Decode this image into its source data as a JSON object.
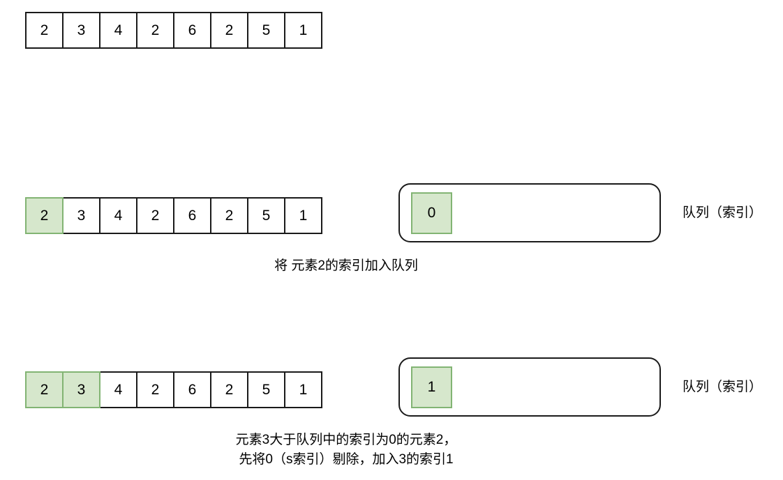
{
  "diagram": {
    "title": "monotonic-queue-sliding-window-illustration",
    "colors": {
      "highlight_fill": "#d6e7cc",
      "highlight_border": "#82b473",
      "cell_border": "#1a1a1a",
      "background": "#ffffff",
      "text": "#000000"
    }
  },
  "rows": [
    {
      "id": "initial",
      "values": [
        "2",
        "3",
        "4",
        "2",
        "6",
        "2",
        "5",
        "1"
      ],
      "highlighted": [
        false,
        false,
        false,
        false,
        false,
        false,
        false,
        false
      ]
    },
    {
      "id": "step1",
      "values": [
        "2",
        "3",
        "4",
        "2",
        "6",
        "2",
        "5",
        "1"
      ],
      "highlighted": [
        true,
        false,
        false,
        false,
        false,
        false,
        false,
        false
      ]
    },
    {
      "id": "step2",
      "values": [
        "2",
        "3",
        "4",
        "2",
        "6",
        "2",
        "5",
        "1"
      ],
      "highlighted": [
        true,
        true,
        false,
        false,
        false,
        false,
        false,
        false
      ]
    }
  ],
  "queues": [
    {
      "id": "step1",
      "items": [
        "0"
      ],
      "label": "队列（索引）"
    },
    {
      "id": "step2",
      "items": [
        "1"
      ],
      "label": "队列（索引）"
    }
  ],
  "captions": [
    {
      "id": "step1",
      "lines": [
        "将 元素2的索引加入队列"
      ]
    },
    {
      "id": "step2",
      "lines": [
        "元素3大于队列中的索引为0的元素2，",
        "先将0（s索引）剔除，加入3的索引1"
      ]
    }
  ]
}
